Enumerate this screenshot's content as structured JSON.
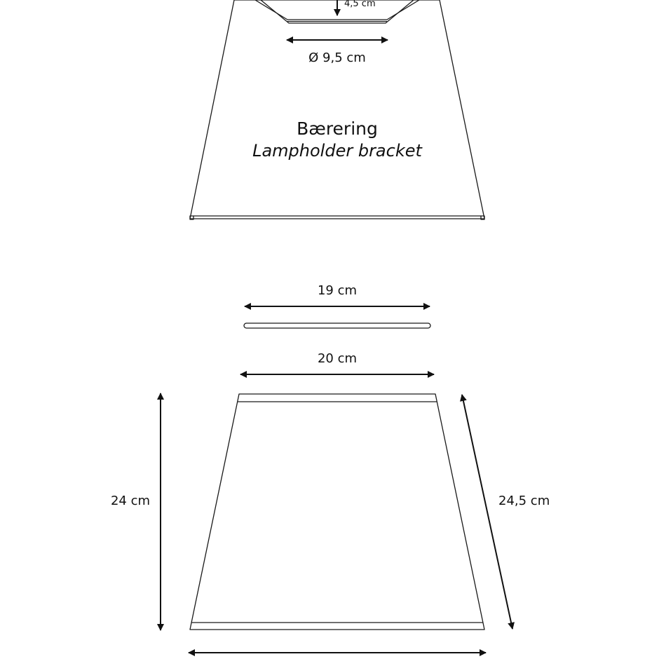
{
  "bracket": {
    "depth_label": "4,5 cm",
    "diameter_label": "Ø 9,5 cm",
    "title": "Bærering",
    "subtitle": "Lampholder bracket"
  },
  "ring": {
    "width_label": "19 cm"
  },
  "shade": {
    "top_width_label": "20 cm",
    "height_label": "24 cm",
    "slant_label": "24,5 cm"
  },
  "colors": {
    "line": "#1a1a1a",
    "text": "#111111",
    "background": "#ffffff"
  }
}
